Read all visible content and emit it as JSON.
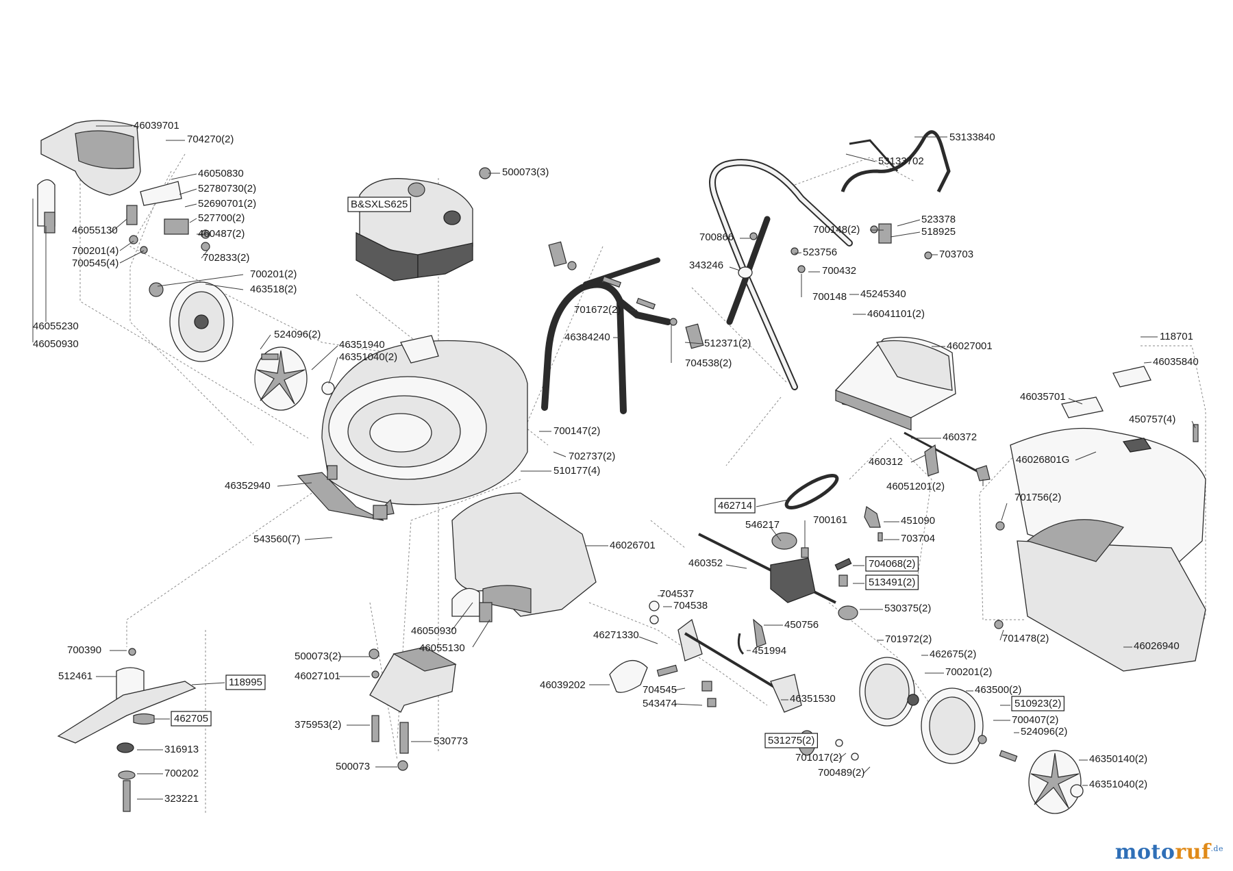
{
  "parts": [
    {
      "id": "p46039701",
      "label": "46039701",
      "boxed": false
    },
    {
      "id": "p704270",
      "label": "704270(2)",
      "boxed": false
    },
    {
      "id": "p46050830",
      "label": "46050830",
      "boxed": false
    },
    {
      "id": "p52780730",
      "label": "52780730(2)",
      "boxed": false
    },
    {
      "id": "p52690701",
      "label": "52690701(2)",
      "boxed": false
    },
    {
      "id": "p527700",
      "label": "527700(2)",
      "boxed": false
    },
    {
      "id": "p46055130a",
      "label": "46055130",
      "boxed": false
    },
    {
      "id": "p460487",
      "label": "460487(2)",
      "boxed": false
    },
    {
      "id": "p700201a",
      "label": "700201(4)",
      "boxed": false
    },
    {
      "id": "p700545",
      "label": "700545(4)",
      "boxed": false
    },
    {
      "id": "p702833",
      "label": "702833(2)",
      "boxed": false
    },
    {
      "id": "p700201b",
      "label": "700201(2)",
      "boxed": false
    },
    {
      "id": "p463518",
      "label": "463518(2)",
      "boxed": false
    },
    {
      "id": "p46055230",
      "label": "46055230",
      "boxed": false
    },
    {
      "id": "p46050930a",
      "label": "46050930",
      "boxed": false
    },
    {
      "id": "p524096a",
      "label": "524096(2)",
      "boxed": false
    },
    {
      "id": "p46351940",
      "label": "46351940",
      "boxed": false
    },
    {
      "id": "p46351040a",
      "label": "46351040(2)",
      "boxed": false
    },
    {
      "id": "pBS",
      "label": "B&SXLS625",
      "boxed": true
    },
    {
      "id": "p500073a",
      "label": "500073(3)",
      "boxed": false
    },
    {
      "id": "p46352940",
      "label": "46352940",
      "boxed": false
    },
    {
      "id": "p543560",
      "label": "543560(7)",
      "boxed": false
    },
    {
      "id": "p700147",
      "label": "700147(2)",
      "boxed": false
    },
    {
      "id": "p702737",
      "label": "702737(2)",
      "boxed": false
    },
    {
      "id": "p510177",
      "label": "510177(4)",
      "boxed": false
    },
    {
      "id": "p46026701",
      "label": "46026701",
      "boxed": false
    },
    {
      "id": "p46050930b",
      "label": "46050930",
      "boxed": false
    },
    {
      "id": "p46055130b",
      "label": "46055130",
      "boxed": false
    },
    {
      "id": "p500073b",
      "label": "500073(2)",
      "boxed": false
    },
    {
      "id": "p46027101",
      "label": "46027101",
      "boxed": false
    },
    {
      "id": "p375953",
      "label": "375953(2)",
      "boxed": false
    },
    {
      "id": "p530773",
      "label": "530773",
      "boxed": false
    },
    {
      "id": "p500073c",
      "label": "500073",
      "boxed": false
    },
    {
      "id": "p700390",
      "label": "700390",
      "boxed": false
    },
    {
      "id": "p512461",
      "label": "512461",
      "boxed": false
    },
    {
      "id": "p118995",
      "label": "118995",
      "boxed": true
    },
    {
      "id": "p462705",
      "label": "462705",
      "boxed": true
    },
    {
      "id": "p316913",
      "label": "316913",
      "boxed": false
    },
    {
      "id": "p700202",
      "label": "700202",
      "boxed": false
    },
    {
      "id": "p323221",
      "label": "323221",
      "boxed": false
    },
    {
      "id": "p701672",
      "label": "701672(2)",
      "boxed": false
    },
    {
      "id": "p46384240",
      "label": "46384240",
      "boxed": false
    },
    {
      "id": "p512371",
      "label": "512371(2)",
      "boxed": false
    },
    {
      "id": "p704538a",
      "label": "704538(2)",
      "boxed": false
    },
    {
      "id": "p53133840",
      "label": "53133840",
      "boxed": false
    },
    {
      "id": "p53133702",
      "label": "53133702",
      "boxed": false
    },
    {
      "id": "p523378",
      "label": "523378",
      "boxed": false
    },
    {
      "id": "p700148a",
      "label": "700148(2)",
      "boxed": false
    },
    {
      "id": "p518925",
      "label": "518925",
      "boxed": false
    },
    {
      "id": "p700866",
      "label": "700866",
      "boxed": false
    },
    {
      "id": "p523756",
      "label": "523756",
      "boxed": false
    },
    {
      "id": "p703703",
      "label": "703703",
      "boxed": false
    },
    {
      "id": "p343246",
      "label": "343246",
      "boxed": false
    },
    {
      "id": "p700432",
      "label": "700432",
      "boxed": false
    },
    {
      "id": "p700148b",
      "label": "700148",
      "boxed": false
    },
    {
      "id": "p45245340",
      "label": "45245340",
      "boxed": false
    },
    {
      "id": "p46041101",
      "label": "46041101(2)",
      "boxed": false
    },
    {
      "id": "p46027001",
      "label": "46027001",
      "boxed": false
    },
    {
      "id": "p118701",
      "label": "118701",
      "boxed": false
    },
    {
      "id": "p46035840",
      "label": "46035840",
      "boxed": false
    },
    {
      "id": "p46035701",
      "label": "46035701",
      "boxed": false
    },
    {
      "id": "p450757",
      "label": "450757(4)",
      "boxed": false
    },
    {
      "id": "p46026801G",
      "label": "46026801G",
      "boxed": false
    },
    {
      "id": "p460372",
      "label": "460372",
      "boxed": false
    },
    {
      "id": "p460312",
      "label": "460312",
      "boxed": false
    },
    {
      "id": "p46051201",
      "label": "46051201(2)",
      "boxed": false
    },
    {
      "id": "p701756",
      "label": "701756(2)",
      "boxed": false
    },
    {
      "id": "p462714",
      "label": "462714",
      "boxed": true
    },
    {
      "id": "p451090",
      "label": "451090",
      "boxed": false
    },
    {
      "id": "p546217",
      "label": "546217",
      "boxed": false
    },
    {
      "id": "p700161",
      "label": "700161",
      "boxed": false
    },
    {
      "id": "p703704",
      "label": "703704",
      "boxed": false
    },
    {
      "id": "p460352",
      "label": "460352",
      "boxed": false
    },
    {
      "id": "p704068",
      "label": "704068(2)",
      "boxed": true
    },
    {
      "id": "p513491",
      "label": "513491(2)",
      "boxed": true
    },
    {
      "id": "p530375",
      "label": "530375(2)",
      "boxed": false
    },
    {
      "id": "p704537",
      "label": "704537",
      "boxed": false
    },
    {
      "id": "p704538b",
      "label": "704538",
      "boxed": false
    },
    {
      "id": "p450756",
      "label": "450756",
      "boxed": false
    },
    {
      "id": "p46271330",
      "label": "46271330",
      "boxed": false
    },
    {
      "id": "p451994",
      "label": "451994",
      "boxed": false
    },
    {
      "id": "p701972",
      "label": "701972(2)",
      "boxed": false
    },
    {
      "id": "p701478",
      "label": "701478(2)",
      "boxed": false
    },
    {
      "id": "p46026940",
      "label": "46026940",
      "boxed": false
    },
    {
      "id": "p462675",
      "label": "462675(2)",
      "boxed": false
    },
    {
      "id": "p700201c",
      "label": "700201(2)",
      "boxed": false
    },
    {
      "id": "p46039202",
      "label": "46039202",
      "boxed": false
    },
    {
      "id": "p704545",
      "label": "704545",
      "boxed": false
    },
    {
      "id": "p543474",
      "label": "543474",
      "boxed": false
    },
    {
      "id": "p46351530",
      "label": "46351530",
      "boxed": false
    },
    {
      "id": "p463500",
      "label": "463500(2)",
      "boxed": false
    },
    {
      "id": "p510923",
      "label": "510923(2)",
      "boxed": true
    },
    {
      "id": "p700407",
      "label": "700407(2)",
      "boxed": false
    },
    {
      "id": "p524096b",
      "label": "524096(2)",
      "boxed": false
    },
    {
      "id": "p531275",
      "label": "531275(2)",
      "boxed": true
    },
    {
      "id": "p701017",
      "label": "701017(2)",
      "boxed": false
    },
    {
      "id": "p700489",
      "label": "700489(2)",
      "boxed": false
    },
    {
      "id": "p46350140",
      "label": "46350140(2)",
      "boxed": false
    },
    {
      "id": "p46351040b",
      "label": "46351040(2)",
      "boxed": false
    }
  ],
  "watermark": {
    "part1": "moto",
    "part2": "ruf",
    "suffix": ".de"
  }
}
